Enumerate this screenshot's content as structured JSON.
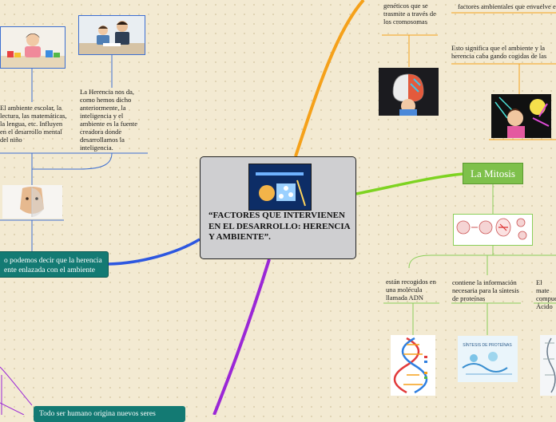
{
  "central": {
    "title": "“FACTORES QUE INTERVIENEN EN EL DESARROLLO: HERENCIA Y AMBIENTE”."
  },
  "top_left": {
    "school_text": "El ambiente escolar, la lectura, las matemáticas, la lengua, etc. Influyen en el desarrollo mental del niño",
    "heredity_text": "La Herencia nos da, como hemos dicho anteriormente, la inteligencia y el ambiente es la fuente creadora donde desarrollamos la inteligencia."
  },
  "left_summary": {
    "text": "o podemos decir que la herencia ente enlazada con el ambiente"
  },
  "bottom_left": {
    "text": "Todo ser humano origina nuevos seres"
  },
  "top_right": {
    "genes_text": "genéticos que se trasmite a través de los cromosomas",
    "env_factors_text": "factores ambientales que envuelve e",
    "together_text": "Esto significa que el ambiente y la herencia caba gando cogidas de las manos."
  },
  "mitosis": {
    "title": "La Mitosis",
    "dna_text": "están recogidos en una molécula llamada ADN",
    "protein_text": "contiene la información necesaria para la síntesis de proteínas",
    "material_text": "El mate compue Ácido",
    "protein_img_label": "SÍNTESIS DE PROTEÍNAS"
  },
  "colors": {
    "orange": "#f5a11a",
    "green": "#7ed321",
    "blue": "#2d57e0",
    "purple": "#9b27d6",
    "teal": "#137a73",
    "line_blue": "#3d6fd1",
    "line_green": "#8bcf5a"
  }
}
